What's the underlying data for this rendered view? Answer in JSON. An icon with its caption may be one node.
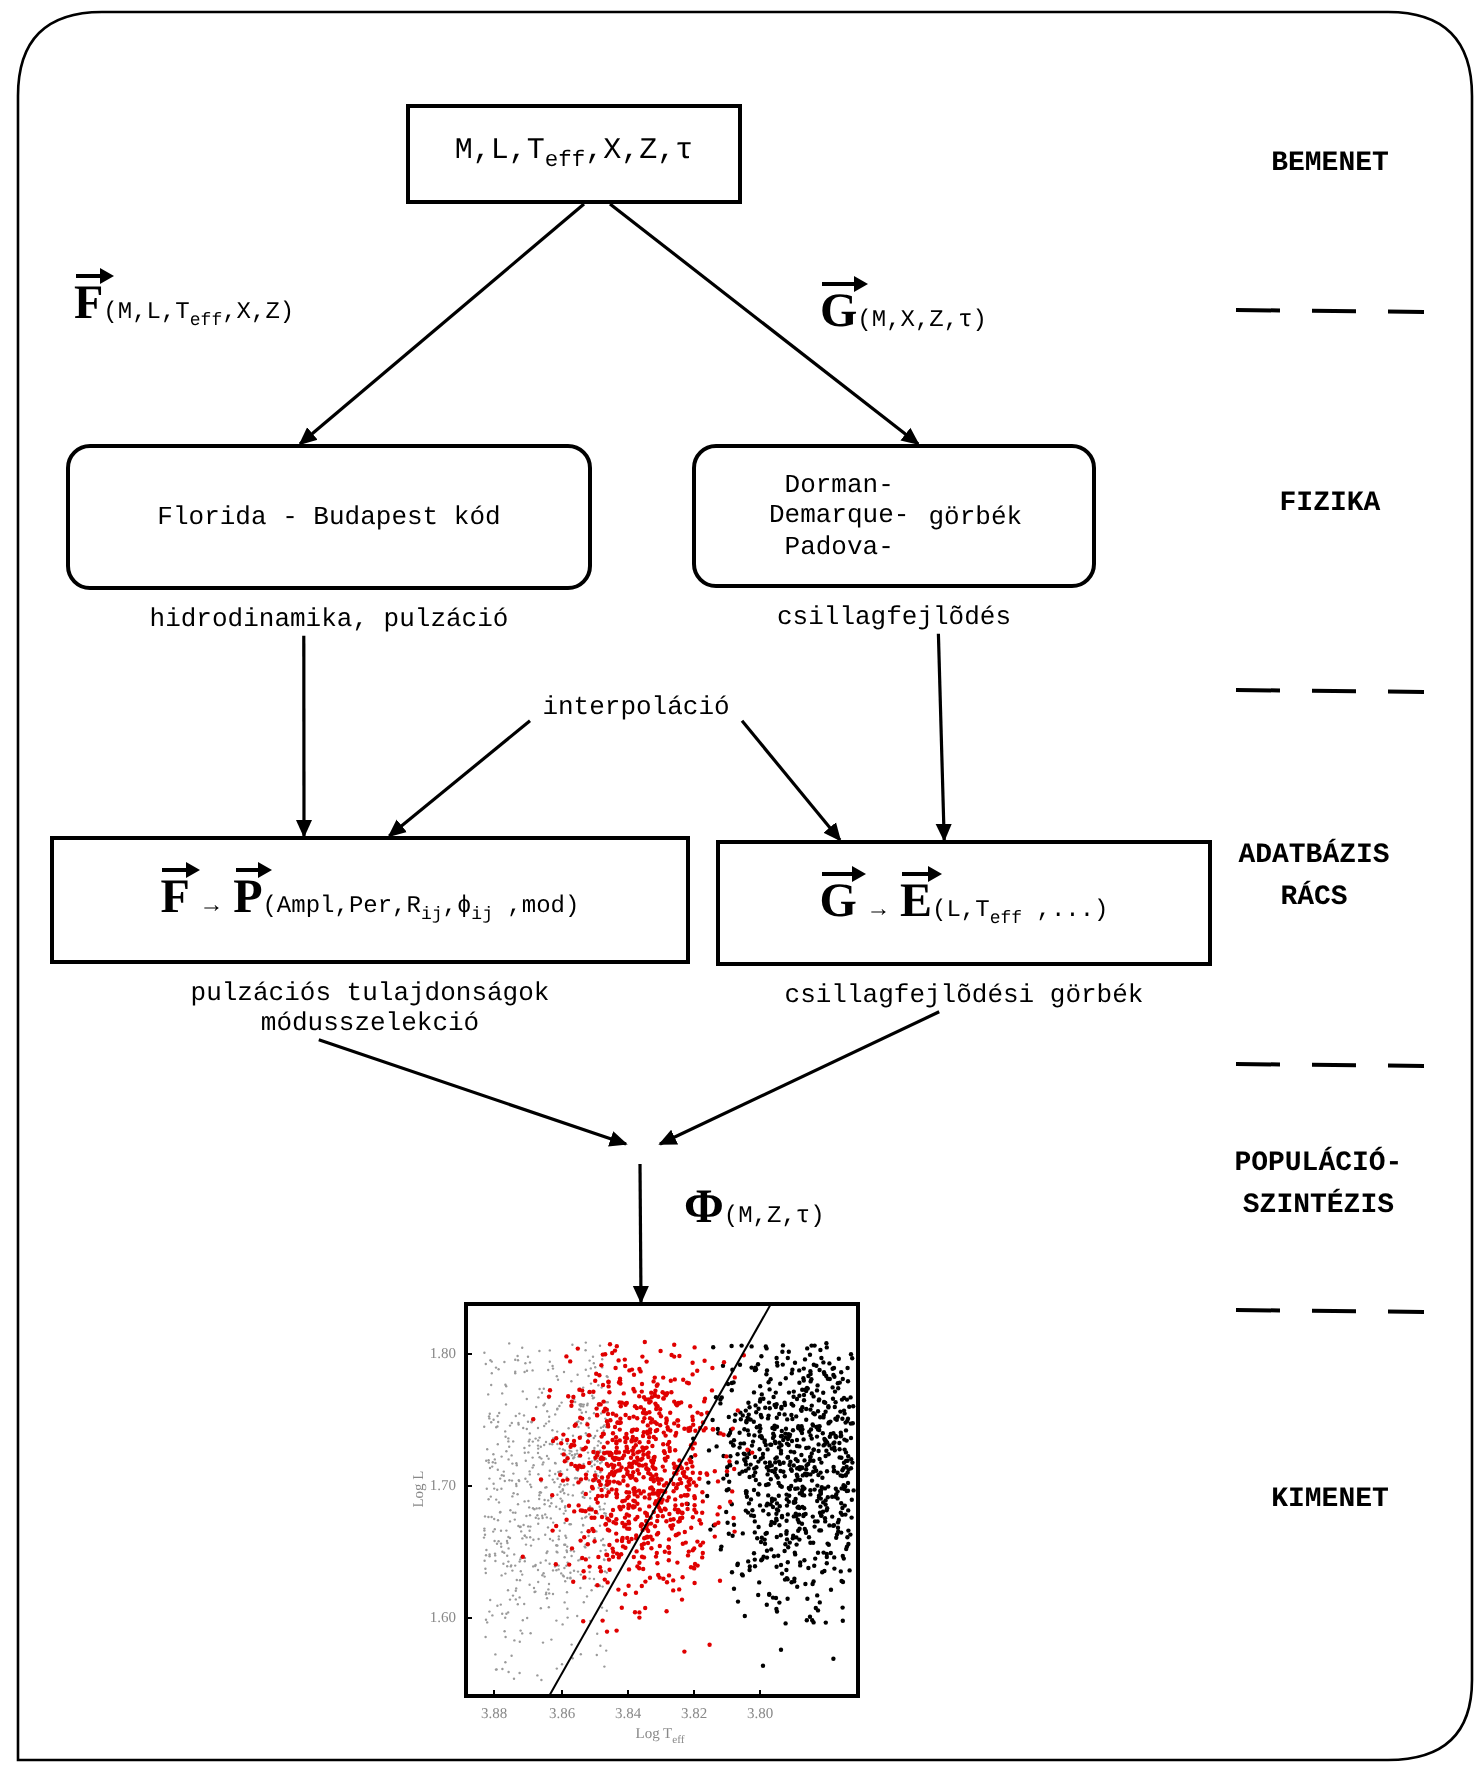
{
  "diagram": {
    "nodes": [
      {
        "text": [
          "M,L,T$_{eff}$,X,Z,τ"
        ]
      },
      {
        "text": [
          "Florida - Budapest kód"
        ],
        "beside": [
          "hidrodinamika, pulzáció"
        ]
      },
      {
        "text": [
          "Dorman- Demarque- Padova-",
          "görbék"
        ],
        "beside": [
          "csillagfejlõdés"
        ]
      },
      {
        "text": [
          "interpoláció"
        ]
      },
      {
        "text": [
          "**F** → **P**(Ampl,Per,R$_{ij}$,ϕ$_{ij}$ ,mod)"
        ],
        "beside": [
          "pulzációs tulajdonságok módusszelekció"
        ]
      },
      {
        "text": [
          "**G** → **E**(L,T$_{eff}$ ,...)"
        ],
        "beside": [
          "csillagfejlõdési görbék"
        ]
      },
      {
        "text": [],
        "shape": "picture"
      }
    ],
    "edges": [
      {
        "from": 0,
        "to": 1,
        "arrow": "to",
        "label": "**F**(M,L,T$_{eff}$,X,Z)"
      },
      {
        "from": 0,
        "to": 2,
        "arrow": "to",
        "label": "**G**(M,X,Z,τ)"
      },
      {
        "from": 1,
        "to": 4,
        "arrow": "to"
      },
      {
        "from": 2,
        "to": 5,
        "arrow": "to"
      },
      {
        "from": 3,
        "to": 4,
        "arrow": "to"
      },
      {
        "from": 3,
        "to": 5,
        "arrow": "to"
      },
      {
        "from": 4,
        "to": null,
        "arrow": "to"
      },
      {
        "from": 5,
        "to": null,
        "arrow": "to"
      },
      {
        "from": null,
        "to": 6,
        "arrow": "to",
        "label": "**Φ**(M,Z,τ)"
      }
    ],
    "labels": [
      "BEMENET",
      "FIZIKA",
      "ADATBÁZIS RÁCS",
      "POPULÁCIÓ- SZINTÉZIS",
      "KIMENET",
      "1.80",
      "1.70",
      "1.60",
      "Log L",
      "3.88",
      "3.86",
      "3.84",
      "3.82",
      "3.80",
      "Log T$_{eff}$"
    ]
  }
}
